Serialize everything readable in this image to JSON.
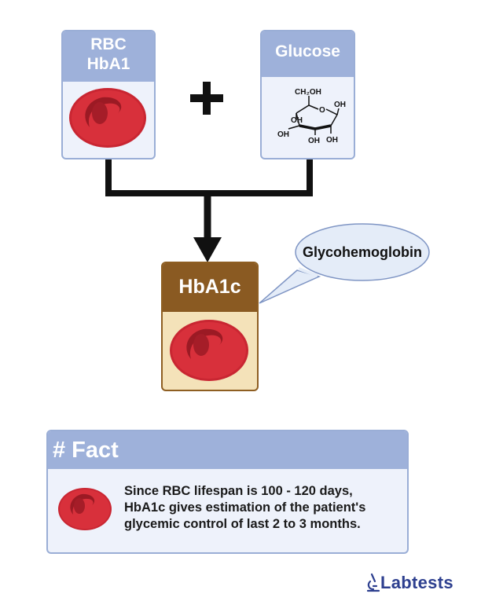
{
  "rbc_card": {
    "title_line1": "RBC",
    "title_line2": "HbA1"
  },
  "glucose_card": {
    "title": "Glucose",
    "structure_labels": {
      "ch2oh": "CH₂OH",
      "o": "O",
      "oh": "OH"
    }
  },
  "hba1c_card": {
    "title": "HbA1c"
  },
  "bubble": {
    "text": "Glycohemoglobin"
  },
  "fact": {
    "title": "# Fact",
    "line1": "Since RBC lifespan is 100 - 120 days,",
    "line2": "HbA1c gives estimation of the patient's",
    "line3": "glycemic control of last 2 to 3 months."
  },
  "logo": {
    "text": "Labtests"
  },
  "colors": {
    "blue_header": "#9eb1da",
    "blue_border": "#9aaed6",
    "blue_fill": "#eef2fb",
    "brown_header": "#8a5a22",
    "tan_fill": "#f4e2b9",
    "rbc_red": "#d8303b",
    "rbc_dark": "#9b1a24",
    "bubble_fill": "#e4ecf8",
    "logo_blue": "#2d3f8f"
  },
  "icons": [
    "red-blood-cell-icon",
    "plus-icon",
    "glucose-structure-icon",
    "arrow-down-icon",
    "microscope-icon"
  ]
}
